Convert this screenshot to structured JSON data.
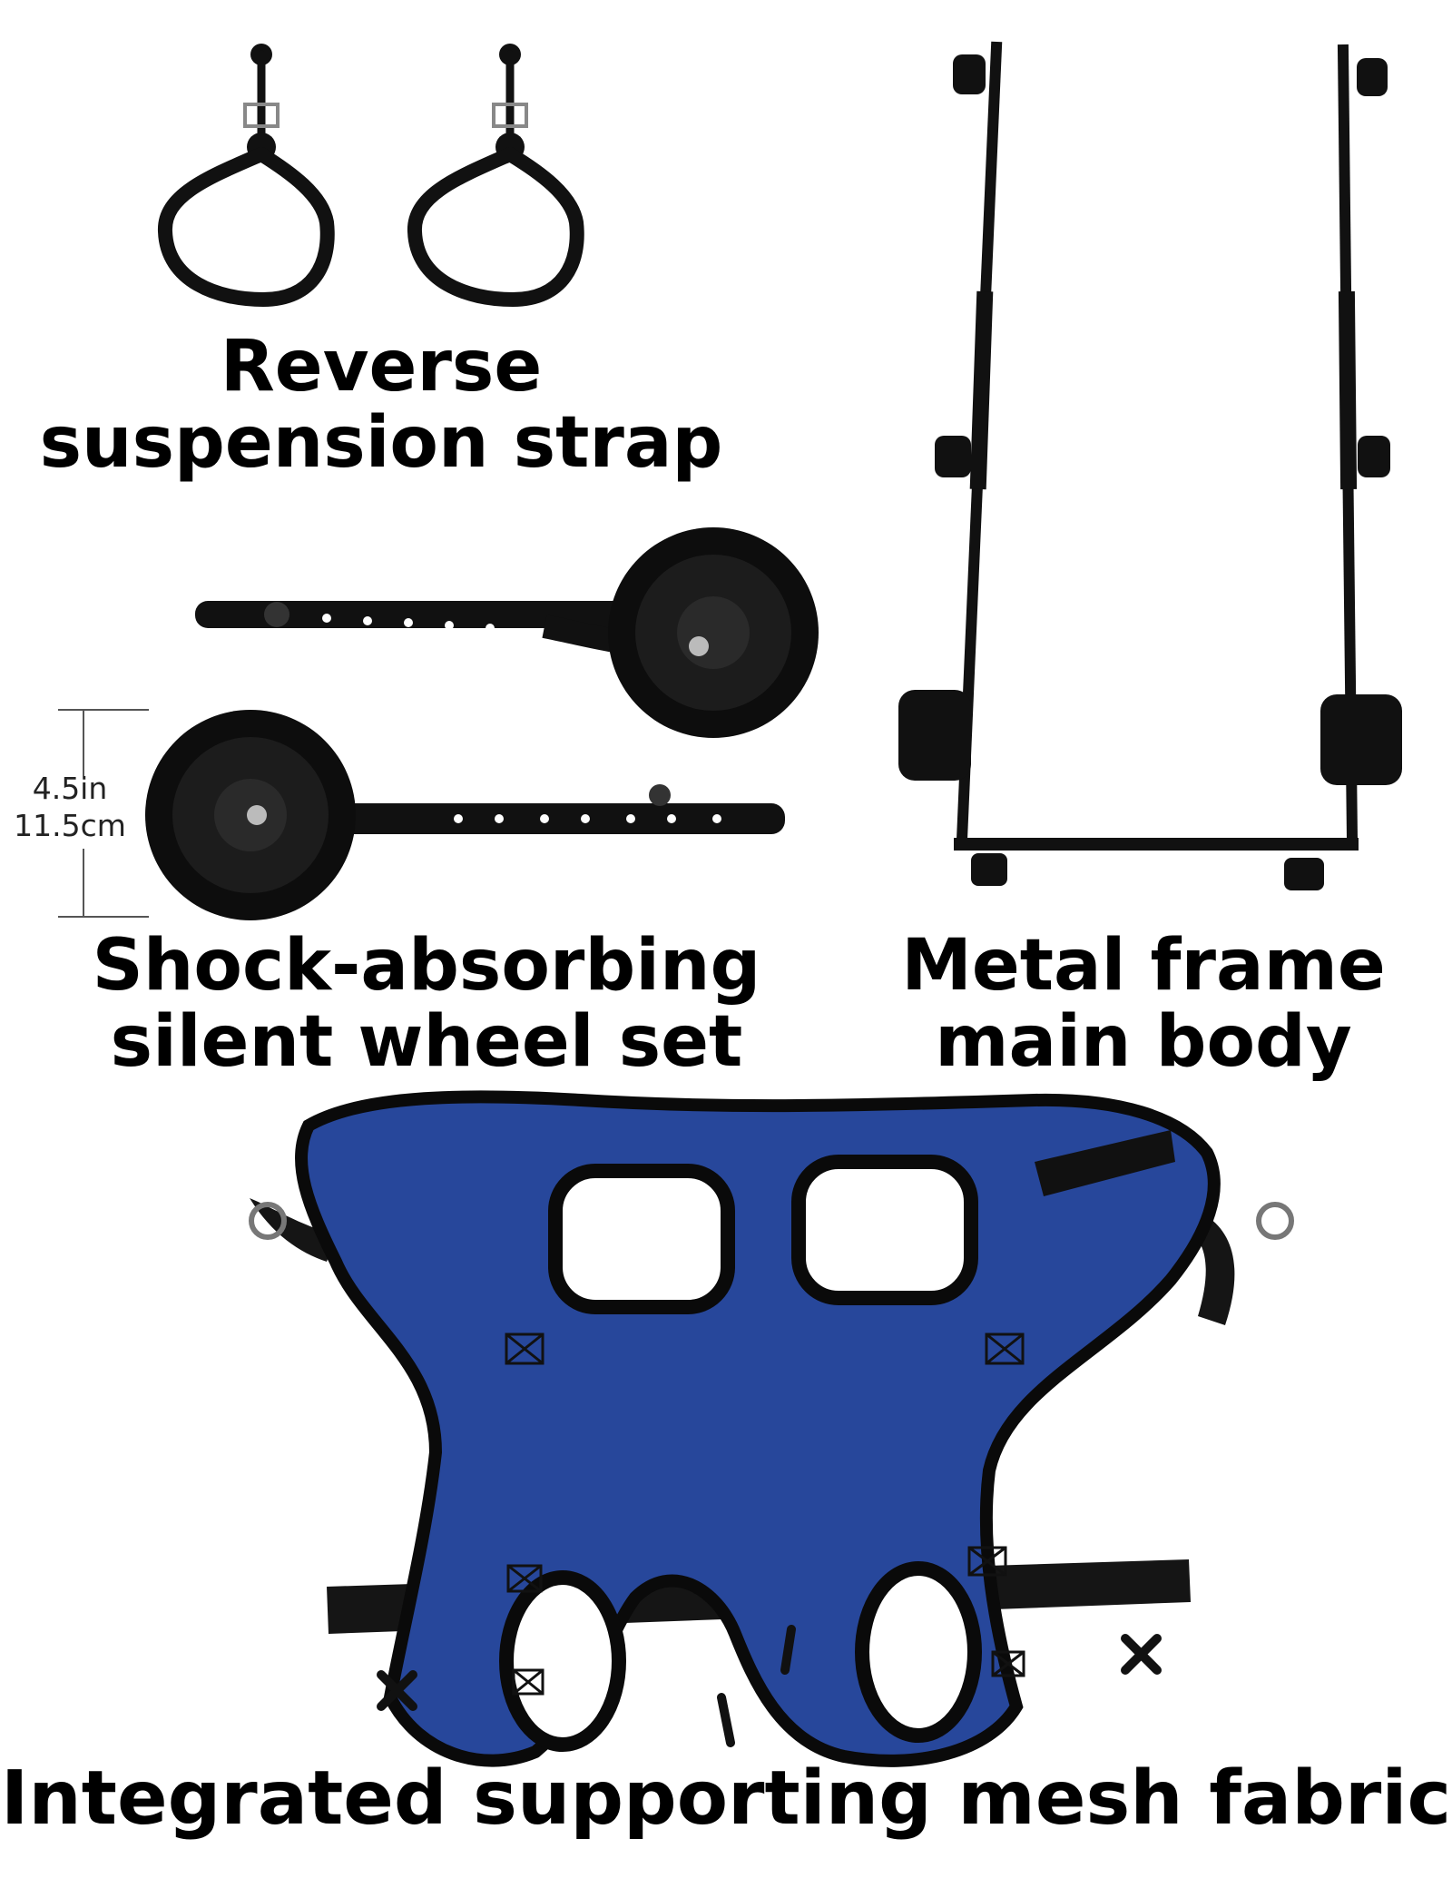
{
  "labels": {
    "strap": [
      "Reverse",
      "suspension strap"
    ],
    "wheel": [
      "Shock-absorbing",
      "silent wheel set"
    ],
    "frame": [
      "Metal frame",
      "main body"
    ],
    "mesh": "Integrated supporting mesh fabric"
  },
  "dimension": {
    "imperial": "4.5in",
    "metric": "11.5cm"
  },
  "colors": {
    "mesh_blue": "#27479b",
    "part_black": "#111111",
    "background": "#ffffff"
  }
}
